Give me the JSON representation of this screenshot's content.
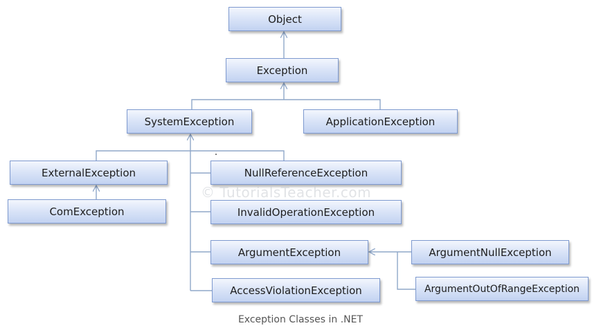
{
  "diagram": {
    "nodes": {
      "object": "Object",
      "exception": "Exception",
      "system_exception": "SystemException",
      "application_exception": "ApplicationException",
      "external_exception": "ExternalException",
      "com_exception": "ComException",
      "null_reference_exception": "NullReferenceException",
      "invalid_operation_exception": "InvalidOperationException",
      "argument_exception": "ArgumentException",
      "access_violation_exception": "AccessViolationException",
      "argument_null_exception": "ArgumentNullException",
      "argument_out_of_range_exception": "ArgumentOutOfRangeException"
    },
    "watermark": "© TutorialsTeacher.com",
    "caption": "Exception Classes in .NET",
    "colors": {
      "box_fill": "#d3def5",
      "box_border": "#7d99cf",
      "connector": "#8fa7c9"
    }
  }
}
